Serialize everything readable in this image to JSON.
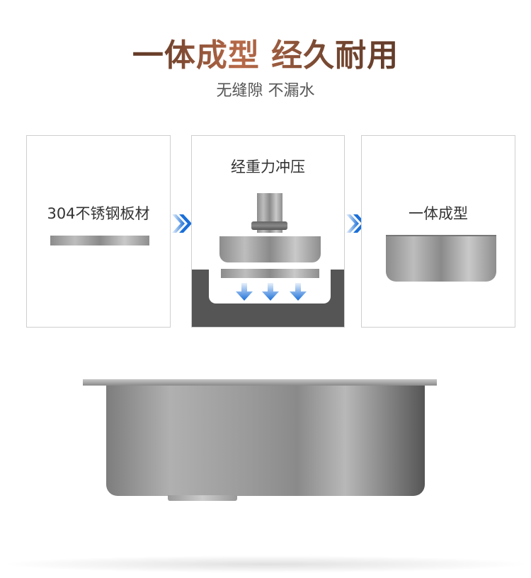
{
  "header": {
    "title": "一体成型 经久耐用",
    "subtitle": "无缝隙 不漏水"
  },
  "steps": [
    {
      "label": "304不锈钢板材"
    },
    {
      "label": "经重力冲压"
    },
    {
      "label": "一体成型"
    }
  ],
  "colors": {
    "arrow": "#1a6fd8",
    "mold": "#555555"
  }
}
